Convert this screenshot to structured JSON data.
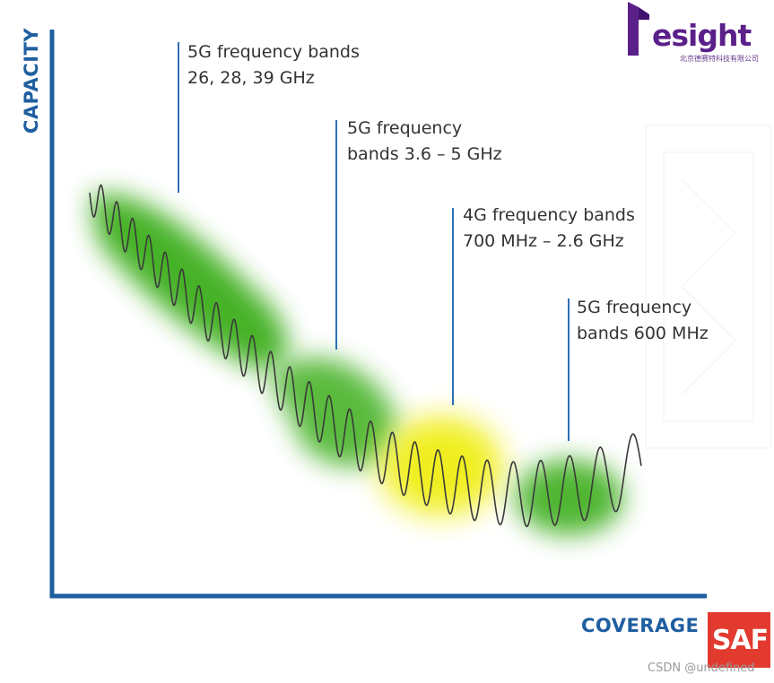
{
  "axes": {
    "y_label": "CAPACITY",
    "x_label": "COVERAGE"
  },
  "bands": [
    {
      "line1": "5G frequency bands",
      "line2": "26, 28, 39 GHz",
      "glow": "green"
    },
    {
      "line1": "5G frequency",
      "line2": "bands 3.6 – 5 GHz",
      "glow": "green"
    },
    {
      "line1": "4G frequency bands",
      "line2": "700 MHz – 2.6 GHz",
      "glow": "yellow"
    },
    {
      "line1": "5G frequency",
      "line2": "bands 600 MHz",
      "glow": "green"
    }
  ],
  "branding": {
    "logo_text": "esight",
    "logo_subtext": "北京德赛特科技有限公司",
    "saf_logo": "SAF",
    "watermark": "CSDN @undefined"
  },
  "colors": {
    "axis": "#1f5fa0",
    "callout_line": "#2f6fb5",
    "green_glow": "#3cae1e",
    "yellow_glow": "#f0ee18",
    "wave": "#3a3a3a",
    "brand_purple": "#5b1f8a",
    "saf_red": "#e23a2f"
  }
}
